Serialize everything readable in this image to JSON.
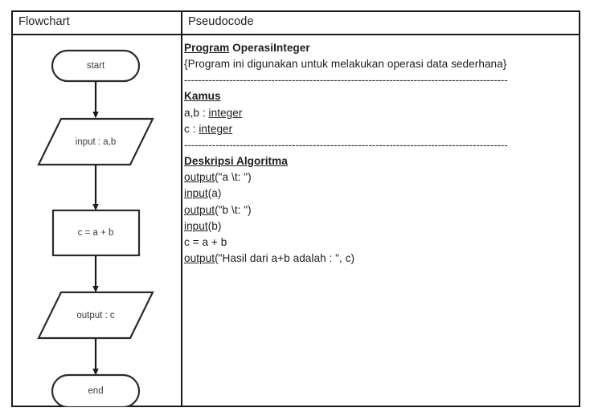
{
  "table": {
    "headers": {
      "flowchart": "Flowchart",
      "pseudocode": "Pseudocode"
    }
  },
  "flowchart": {
    "nodes": [
      {
        "id": "start",
        "shape": "terminator",
        "label": "start"
      },
      {
        "id": "input",
        "shape": "parallelogram",
        "label": "input : a,b"
      },
      {
        "id": "process",
        "shape": "rectangle",
        "label": "c = a + b"
      },
      {
        "id": "output",
        "shape": "parallelogram",
        "label": "output : c"
      },
      {
        "id": "end",
        "shape": "terminator",
        "label": "end"
      }
    ],
    "edges": [
      {
        "from": "start",
        "to": "input",
        "arrow": true
      },
      {
        "from": "input",
        "to": "process",
        "arrow": true
      },
      {
        "from": "process",
        "to": "output",
        "arrow": true
      },
      {
        "from": "output",
        "to": "end",
        "arrow": true
      }
    ]
  },
  "pseudocode": {
    "program_keyword": "Program",
    "program_name": "OperasiInteger",
    "comment": "{Program ini digunakan untuk melakukan operasi data sederhana}",
    "separator": "---------------------------------------------------------------------------------------------",
    "kamus_heading": "Kamus",
    "kamus_lines": [
      {
        "plain": "a,b : ",
        "underlined": "integer"
      },
      {
        "plain": "c : ",
        "underlined": "integer"
      }
    ],
    "deskripsi_heading": "Deskripsi Algoritma",
    "deskripsi_lines": [
      {
        "underlined": "output",
        "rest": "(\"a \\t: \")"
      },
      {
        "underlined": "input",
        "rest": "(a)"
      },
      {
        "underlined": "output",
        "rest": "(\"b \\t: \")"
      },
      {
        "underlined": "input",
        "rest": "(b)"
      },
      {
        "underlined": "",
        "rest": "c = a + b"
      },
      {
        "underlined": "output",
        "rest": "(\"Hasil dari a+b adalah : \", c)"
      }
    ]
  },
  "colors": {
    "border": "#1a1a1a",
    "text": "#1d1d1d",
    "shape_stroke": "#2b2b2b",
    "shape_label": "#3b3b3b",
    "background": "#ffffff"
  }
}
